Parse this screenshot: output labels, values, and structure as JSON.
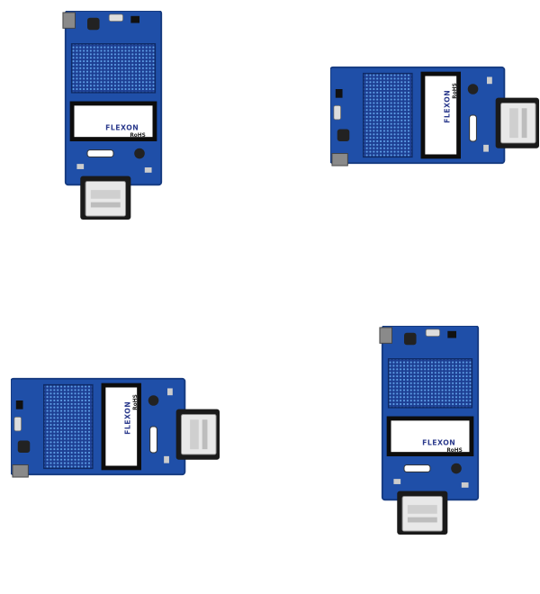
{
  "modules": [
    {
      "brand": "FLEXON",
      "compliance": "RoHS"
    },
    {
      "brand": "FLEXON",
      "compliance": "RoHS"
    },
    {
      "brand": "FLEXON",
      "compliance": "RoHS"
    },
    {
      "brand": "FLEXON",
      "compliance": "RoHS"
    }
  ],
  "colors": {
    "pcb": "#1f4fa8",
    "pcb_edge": "#163b80",
    "chip_dots": "#5fa0e8",
    "label": "#ffffff",
    "label_frame": "#0d0d0d",
    "connector": "#e8e8e8",
    "component": "#222222"
  }
}
